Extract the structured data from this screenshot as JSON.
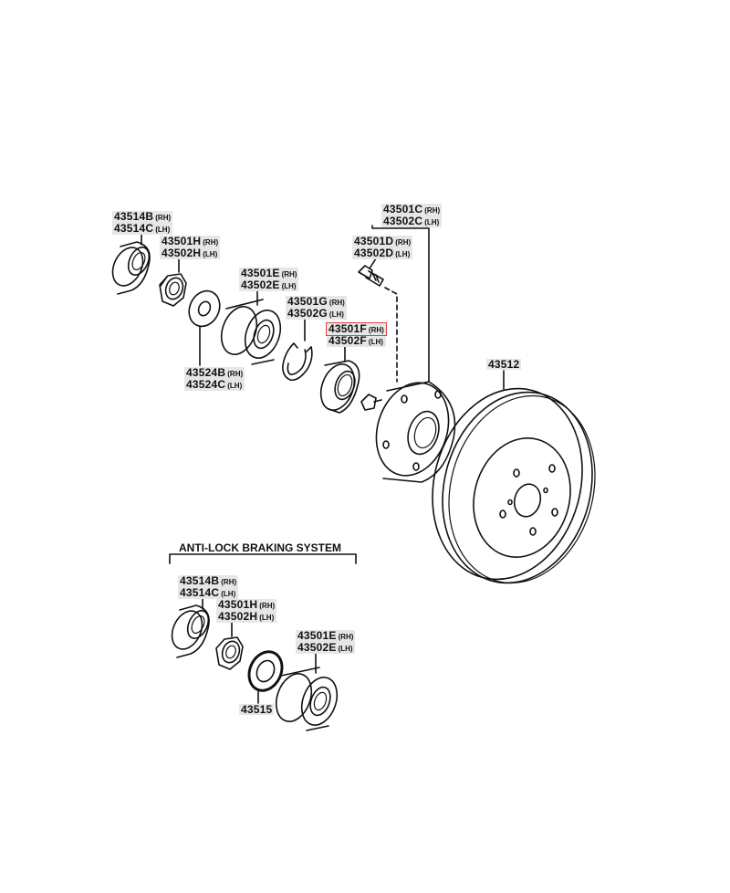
{
  "labels": {
    "cap_main": {
      "part1": "43514B",
      "side1": "(RH)",
      "part2": "43514C",
      "side2": "(LH)"
    },
    "nut_main": {
      "part1": "43501H",
      "side1": "(RH)",
      "part2": "43502H",
      "side2": "(LH)"
    },
    "washer": {
      "part1": "43524B",
      "side1": "(RH)",
      "part2": "43524C",
      "side2": "(LH)"
    },
    "bearing_outer": {
      "part1": "43501E",
      "side1": "(RH)",
      "part2": "43502E",
      "side2": "(LH)"
    },
    "snap_ring": {
      "part1": "43501G",
      "side1": "(RH)",
      "part2": "43502G",
      "side2": "(LH)"
    },
    "seal": {
      "part1": "43501F",
      "side1": "(RH)",
      "part2": "43502F",
      "side2": "(LH)"
    },
    "hub_bolt": {
      "part1": "43501D",
      "side1": "(RH)",
      "part2": "43502D",
      "side2": "(LH)"
    },
    "hub": {
      "part1": "43501C",
      "side1": "(RH)",
      "part2": "43502C",
      "side2": "(LH)"
    },
    "disc": {
      "part1": "43512"
    },
    "abs_cap": {
      "part1": "43514B",
      "side1": "(RH)",
      "part2": "43514C",
      "side2": "(LH)"
    },
    "abs_nut": {
      "part1": "43501H",
      "side1": "(RH)",
      "part2": "43502H",
      "side2": "(LH)"
    },
    "abs_bearing": {
      "part1": "43501E",
      "side1": "(RH)",
      "part2": "43502E",
      "side2": "(LH)"
    },
    "abs_rotor": {
      "part1": "43515"
    }
  },
  "abs_section_title": "ANTI-LOCK BRAKING SYSTEM",
  "colors": {
    "line": "#111111",
    "highlight": "#e04040",
    "label_shade": "#e6e6e6"
  }
}
